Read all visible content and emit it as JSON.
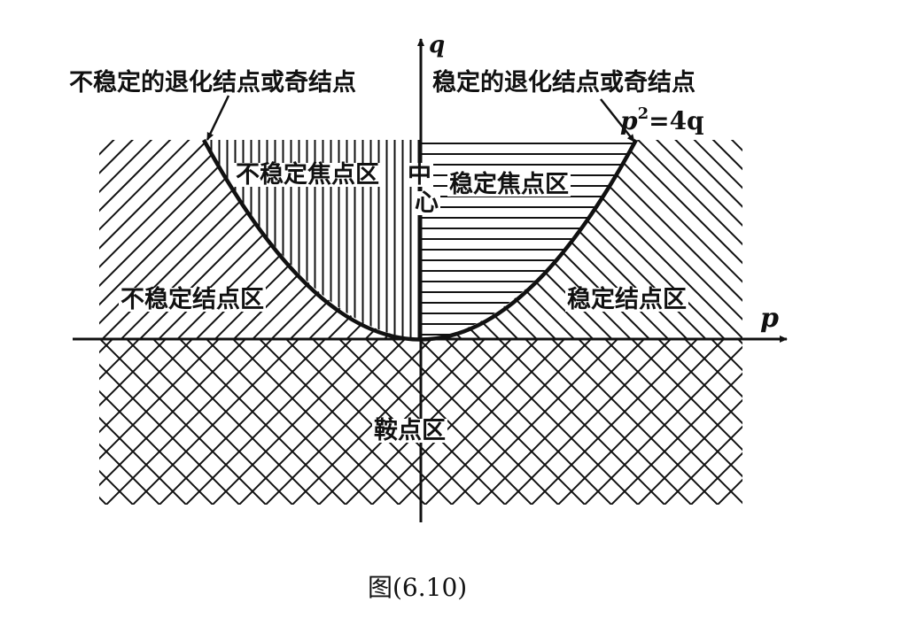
{
  "figure": {
    "axes": {
      "x_label": "p",
      "y_label": "q"
    },
    "curve_label": {
      "base": "p",
      "exp": "2",
      "rest": "=4q"
    },
    "annotations": {
      "unstable_degenerate": "不稳定的退化结点或奇结点",
      "stable_degenerate": "稳定的退化结点或奇结点"
    },
    "regions": {
      "unstable_focus": "不稳定焦点区",
      "center_1": "中",
      "center_2": "心",
      "stable_focus": "稳定焦点区",
      "unstable_node": "不稳定结点区",
      "stable_node": "稳定结点区",
      "saddle": "鞍点区"
    },
    "caption": "图(6.10)"
  }
}
